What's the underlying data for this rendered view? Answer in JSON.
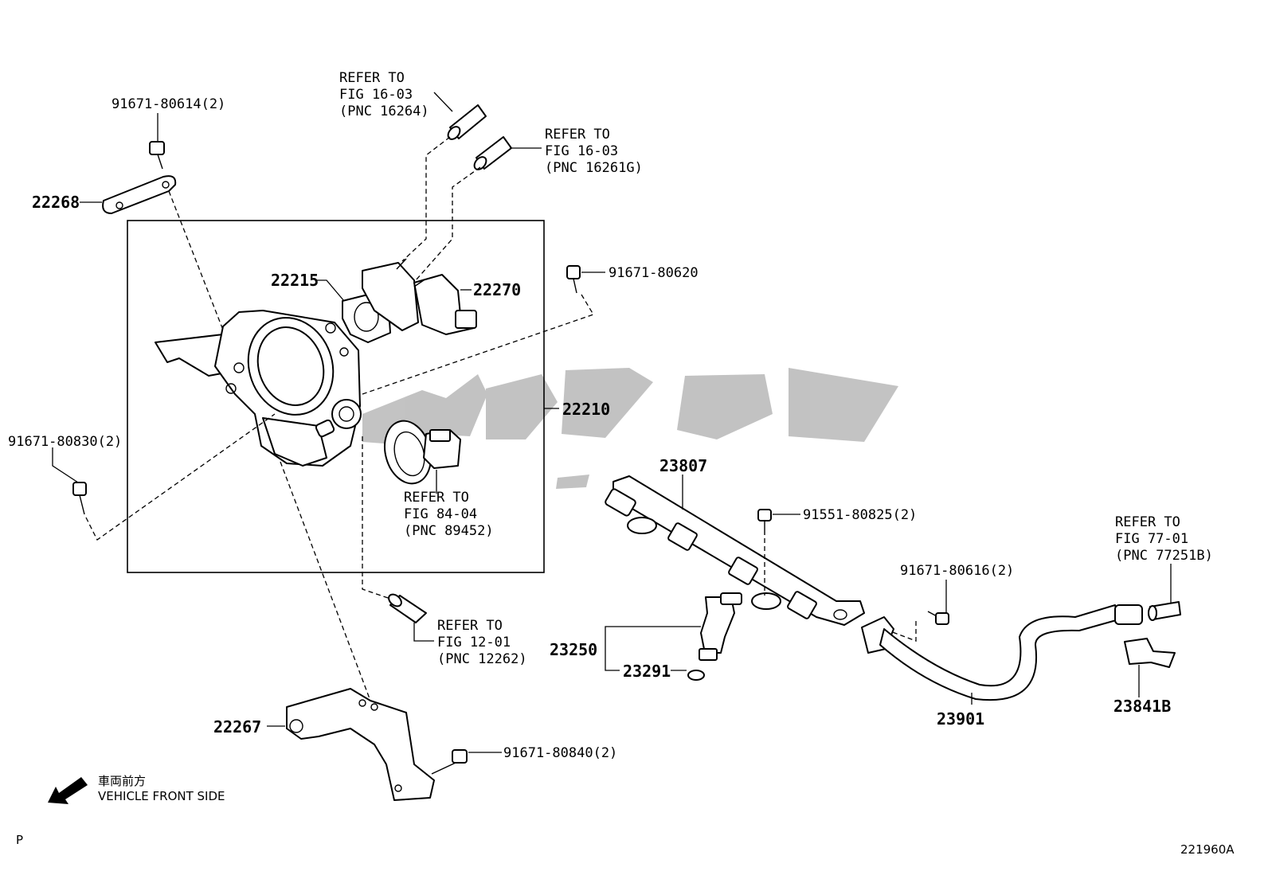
{
  "labels": {
    "p_22268": "22268",
    "p_22215": "22215",
    "p_22270": "22270",
    "p_22210": "22210",
    "p_22267": "22267",
    "p_23807": "23807",
    "p_23250": "23250",
    "p_23291": "23291",
    "p_23901": "23901",
    "p_23841B": "23841B",
    "bolt_80614": "91671-80614(2)",
    "bolt_80620": "91671-80620",
    "bolt_80830": "91671-80830(2)",
    "bolt_80825": "91551-80825(2)",
    "bolt_80616": "91671-80616(2)",
    "bolt_80840": "91671-80840(2)"
  },
  "refs": {
    "r1": [
      "REFER TO",
      "FIG  16-03",
      "(PNC 16264)"
    ],
    "r2": [
      "REFER TO",
      "FIG 16-03",
      "(PNC 16261G)"
    ],
    "r3": [
      "REFER TO",
      "FIG 84-04",
      "(PNC 89452)"
    ],
    "r4": [
      "REFER TO",
      "FIG 12-01",
      "(PNC 12262)"
    ],
    "r5": [
      "REFER TO",
      "FIG  77-01",
      "(PNC 77251B)"
    ]
  },
  "footer": {
    "direction_jp": "車両前方",
    "direction_en": "VEHICLE FRONT SIDE",
    "corner_mark": "P",
    "figure_id": "221960A"
  },
  "colors": {
    "line": "#000000",
    "background": "#ffffff",
    "watermark": "#b8b8b8"
  }
}
